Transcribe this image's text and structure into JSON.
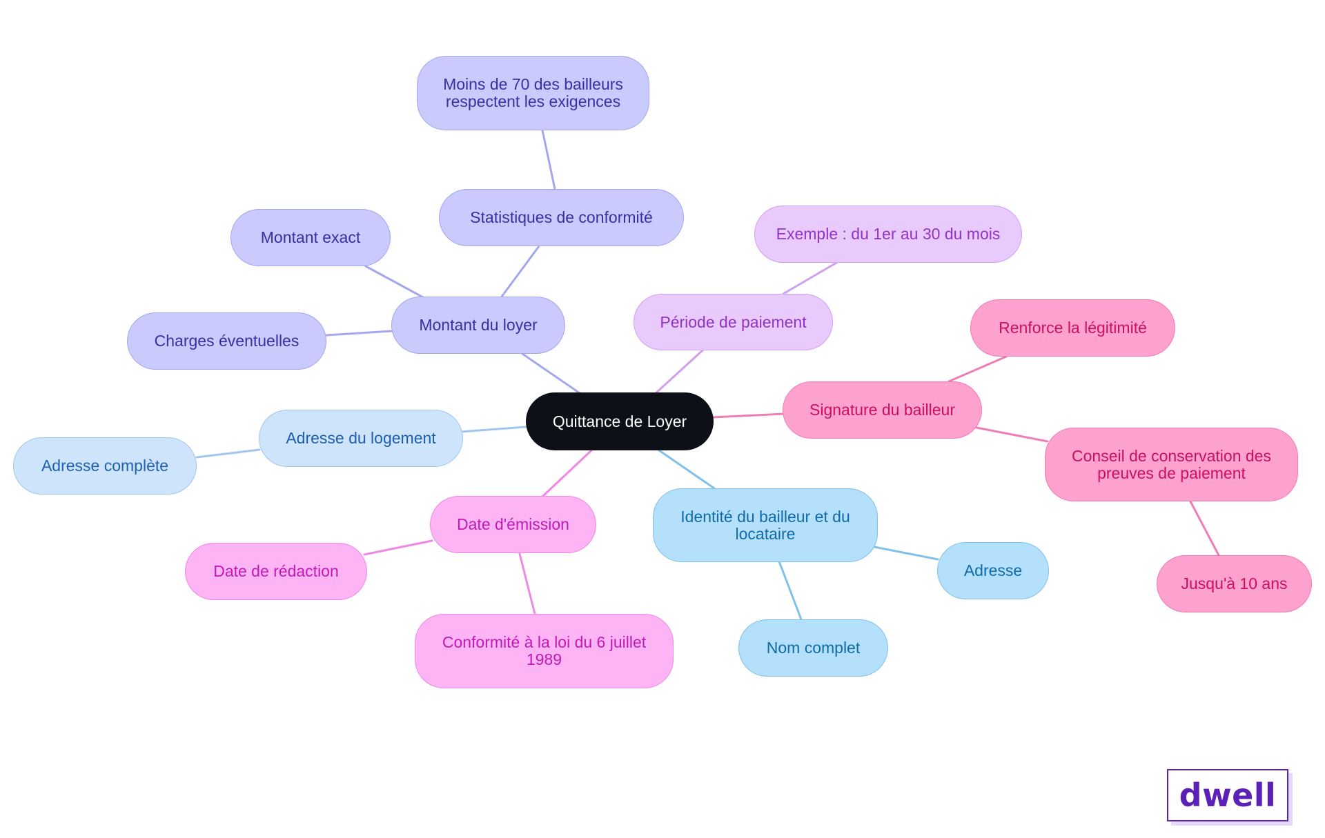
{
  "colors": {
    "root": "#0d1117",
    "indigo": "#cacafd",
    "lavender": "#e9cafd",
    "rose": "#fda2cf",
    "sky": "#b5e0fc",
    "pale_blue": "#cde4fb",
    "pink": "#fdb4f5"
  },
  "nodes": {
    "root": "Quittance de Loyer",
    "montant_loyer": "Montant du loyer",
    "montant_exact": "Montant exact",
    "charges": "Charges éventuelles",
    "statistiques": "Statistiques de conformité",
    "moins_70": "Moins de 70 des bailleurs respectent les exigences",
    "periode": "Période de paiement",
    "exemple": "Exemple : du 1er au 30 du mois",
    "signature": "Signature du bailleur",
    "renforce": "Renforce la légitimité",
    "conseil": "Conseil de conservation des preuves de paiement",
    "jusqua": "Jusqu'à 10 ans",
    "identite": "Identité du bailleur et du locataire",
    "adresse": "Adresse",
    "nom_complet": "Nom complet",
    "adresse_logement": "Adresse du logement",
    "adresse_complete": "Adresse complète",
    "date_emission": "Date d'émission",
    "date_redaction": "Date de rédaction",
    "conformite_loi": "Conformité à la loi du 6 juillet 1989"
  },
  "logo": {
    "text": "dwell"
  }
}
